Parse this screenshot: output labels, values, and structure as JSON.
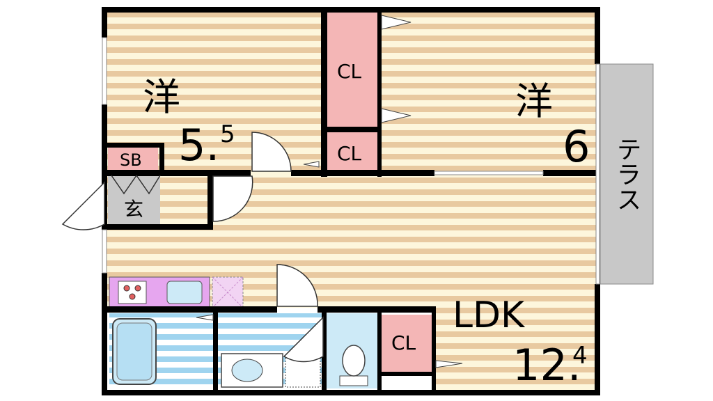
{
  "rooms": {
    "western_left": {
      "kanji": "洋",
      "size_main": "5.",
      "size_sub": "5"
    },
    "western_right": {
      "kanji": "洋",
      "size_main": "6"
    },
    "ldk": {
      "label": "LDK",
      "size_main": "12.",
      "size_sub": "4"
    },
    "entrance": {
      "kanji": "玄"
    },
    "terrace": {
      "label": "テラス"
    }
  },
  "storage": {
    "shoe_box": "SB",
    "closet_top": "CL",
    "closet_mid": "CL",
    "closet_ldk": "CL"
  },
  "colors": {
    "floor_stripe": "#e8c9a0",
    "floor_base": "#fdf6dc",
    "wall": "#000000",
    "closet": "#f4b6b6",
    "wet_area": "#cdeaf7",
    "wet_stripe": "#9fd4ef",
    "kitchen": "#e6a6ef",
    "entrance_floor": "#c9c9c9",
    "terrace": "#c8c8c8"
  }
}
